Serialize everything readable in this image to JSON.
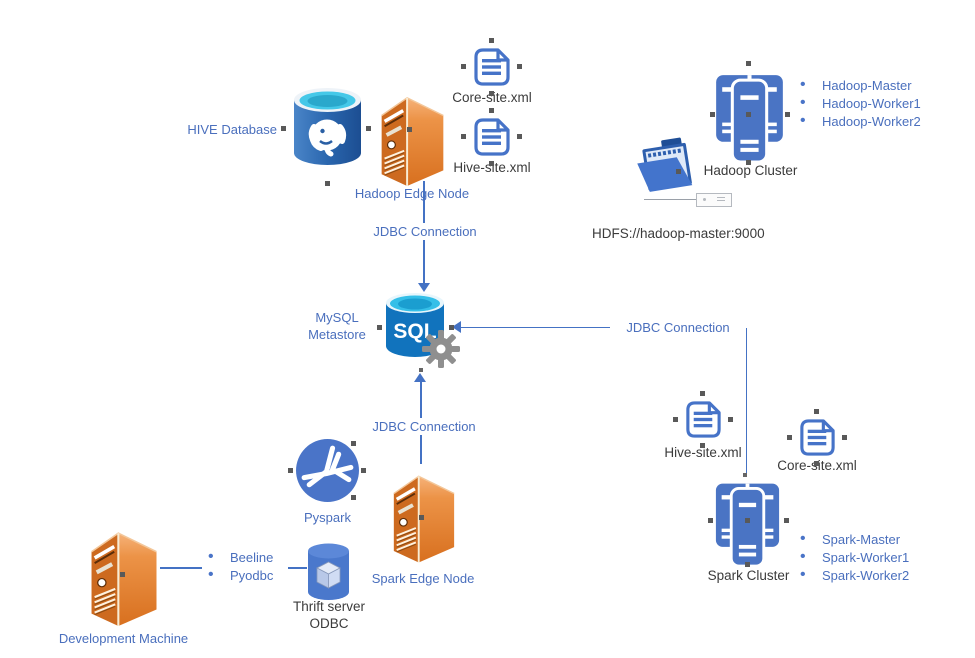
{
  "colors": {
    "accent_blue": "#4472C4",
    "label_blue": "#4A6FBD",
    "icon_blue": "#4A74C4",
    "dark_text": "#3B3B3B",
    "server_orange": "#E08740",
    "sql_body_blue": "#1173BD",
    "sql_top_cyan": "#3EC6EE",
    "gear_gray": "#8F8F8F"
  },
  "nodes": {
    "hive_database": {
      "label": "HIVE Database",
      "icon": "postgresql-database-icon"
    },
    "hadoop_edge_node": {
      "label": "Hadoop Edge Node",
      "icon": "server-tower-icon"
    },
    "core_site_hadoop": {
      "label": "Core-site.xml",
      "icon": "xml-document-icon"
    },
    "hive_site_hadoop": {
      "label": "Hive-site.xml",
      "icon": "xml-document-icon"
    },
    "hadoop_cluster": {
      "label": "Hadoop Cluster",
      "icon": "server-cluster-icon",
      "members": [
        "Hadoop-Master",
        "Hadoop-Worker1",
        "Hadoop-Worker2"
      ]
    },
    "hdfs_folder": {
      "icon": "open-folder-icon"
    },
    "hdfs_url": {
      "label": "HDFS://hadoop-master:9000"
    },
    "mysql_metastore": {
      "label": "MySQL\nMetastore",
      "icon": "sql-database-icon",
      "icon_text": "SQL"
    },
    "pyspark": {
      "label": "Pyspark",
      "icon": "spark-logo-icon"
    },
    "spark_edge_node": {
      "label": "Spark Edge Node",
      "icon": "server-tower-icon"
    },
    "hive_site_spark": {
      "label": "Hive-site.xml",
      "icon": "xml-document-icon"
    },
    "core_site_spark": {
      "label": "Core-site.xml",
      "icon": "xml-document-icon"
    },
    "spark_cluster": {
      "label": "Spark Cluster",
      "icon": "server-cluster-icon",
      "members": [
        "Spark-Master",
        "Spark-Worker1",
        "Spark-Worker2"
      ]
    },
    "development_machine": {
      "label": "Development Machine",
      "icon": "server-tower-icon",
      "tools": [
        "Beeline",
        "Pyodbc"
      ]
    },
    "thrift_server": {
      "label": "Thrift server\nODBC",
      "icon": "cube-database-icon"
    }
  },
  "connections": [
    {
      "label": "JDBC Connection",
      "from": "hadoop_edge_node",
      "to": "mysql_metastore"
    },
    {
      "label": "JDBC Connection",
      "from": "spark_edge_node",
      "to": "mysql_metastore"
    },
    {
      "label": "JDBC Connection",
      "from": "spark_cluster",
      "to": "mysql_metastore"
    },
    {
      "label": "",
      "from": "development_machine",
      "to": "thrift_server"
    }
  ]
}
